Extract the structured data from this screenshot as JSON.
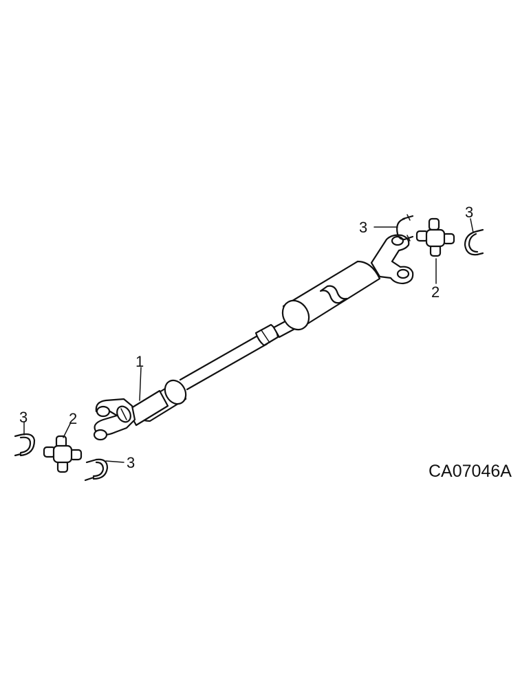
{
  "figure": {
    "drawing_number": "CA07046A",
    "callouts": [
      {
        "id": "c1",
        "text": "1"
      },
      {
        "id": "c2a",
        "text": "2"
      },
      {
        "id": "c2b",
        "text": "2"
      },
      {
        "id": "c3a",
        "text": "3"
      },
      {
        "id": "c3b",
        "text": "3"
      },
      {
        "id": "c3c",
        "text": "3"
      },
      {
        "id": "c3d",
        "text": "3"
      }
    ]
  }
}
